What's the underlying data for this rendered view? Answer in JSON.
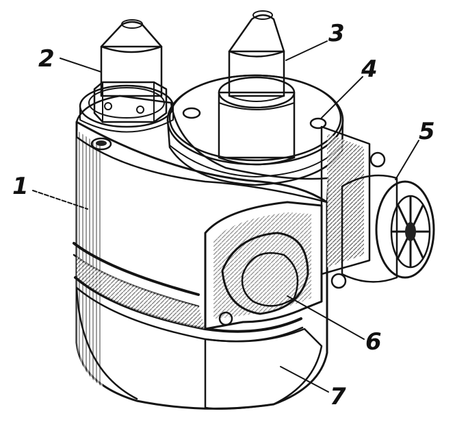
{
  "figure": {
    "ink_color": "#141414",
    "paper_color": "#ffffff",
    "labels": [
      {
        "id": "body",
        "text": "1"
      },
      {
        "id": "left-nozzle",
        "text": "2"
      },
      {
        "id": "center-nozzle",
        "text": "3"
      },
      {
        "id": "hole",
        "text": "4"
      },
      {
        "id": "connector",
        "text": "5"
      },
      {
        "id": "valve",
        "text": "6"
      },
      {
        "id": "bottom-housing",
        "text": "7"
      }
    ]
  }
}
